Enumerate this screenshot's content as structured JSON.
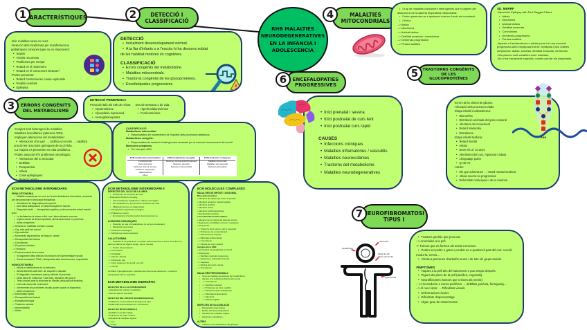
{
  "center": {
    "title": "RHB MALALTIES NEURODEGENERATIVES EN LA INFÀNCIA I ADOLESCÈNCIA"
  },
  "sections": {
    "s1": {
      "num": "1",
      "title": "CARACTERÍSTIQUES",
      "lines": [
        {
          "t": "-Són malalties rares en nens.",
          "b": false
        },
        {
          "t": "-Detecció dels localitzada per manifestacions pediàtriques comunes (que no es relacionen):",
          "b": false
        },
        {
          "t": "Sepsis",
          "b": true
        },
        {
          "t": "Vòmits recurrents",
          "b": true
        },
        {
          "t": "Problemes per menjar",
          "b": true
        },
        {
          "t": "Retard en el neixement",
          "b": true
        },
        {
          "t": "Retard en el creixement intrauterí",
          "b": true
        },
        {
          "t": "-Poden presentar:",
          "b": false
        },
        {
          "t": "Retard mental sense causa explicable",
          "b": true
        },
        {
          "t": "Paràlisi cerebral",
          "b": true
        },
        {
          "t": "Epilèpsia",
          "b": true
        },
        {
          "t": "Són causa de discapacitat, per una deficiència física i/o psíquica",
          "b": true
        }
      ]
    },
    "s2": {
      "num": "2",
      "title": "DETECCIÓ I CLASSIFICACIÓ",
      "detection_heading": "DETECCIÓ",
      "detection": [
        "Inicialment desenvolupament normal.",
        "A la llar d'infants o a l'escola hi ha descens sobtat de les habilitat motores i/o cognitives."
      ],
      "classification_heading": "CLASSIFICACIÓ",
      "classification": [
        "Errors congènits del metabolisme.",
        "Malalties mitocondrials.",
        "Trastorns congènits de les glucoproteïnes.",
        "Encefalopaties progressives"
      ]
    },
    "s3": {
      "num": "3",
      "title": "ERRORS CONGÈNITS DEL METABOLISME",
      "early_heading": "DETECCIÓ PRIMERENCA",
      "early_left_intro": "Prova del taló als 48h de néixer.",
      "early_left": [
        "Hipotiroïdisme",
        "Hiperplàsia suprarenal.",
        "Hemoglobinopaties"
      ],
      "early_right_intro": "Des de setmana 1 de vida.",
      "early_right": [
        "Hiperfenilalaninèmies",
        "Fenilcetonúries"
      ],
      "main": [
        {
          "t": "-Conjunt molt heterogeni de malalties.",
          "b": false
        },
        {
          "t": "-Malalties hereditàries (alteració ADN).",
          "b": false
        },
        {
          "t": "-Impliquen alteracions del metabolisme:",
          "b": false
        },
        {
          "t": "Alteracions d'un gen → codifica un enzim → catalitza una de les reaccions químiques de la cèl·lula.",
          "b": true
        },
        {
          "t": "-La majoria es presenten en edat pediàtrica.",
          "b": false
        },
        {
          "t": "-Poden associar-s'hi problemes neurològics:",
          "b": false
        },
        {
          "t": "Alteracions del to muscular",
          "b": true
        },
        {
          "t": "Debilitat",
          "b": true
        },
        {
          "t": "Paraparèsia",
          "b": true
        },
        {
          "t": "Atàxia",
          "b": true
        },
        {
          "t": "Crisis epilèptiques",
          "b": true
        },
        {
          "t": "Retard cognitiu",
          "b": true
        },
        {
          "t": "Alteracions de conducta",
          "b": true
        }
      ],
      "class_heading": "CLASSIFICACIÓ",
      "class_items": [
        {
          "t": "Metabolisme intermediari.",
          "h": true
        },
        {
          "t": "Responsables del manteniment de l'equilibri dels processos metabòlics.",
          "h": false
        },
        {
          "t": "Metabolisme energètic.",
          "h": true
        },
        {
          "t": "Responsables de mantenir l'estat glucosa necessari per al correcte funcionament del cervell.",
          "h": false
        },
        {
          "t": "Molècules complexes.",
          "h": true
        },
        {
          "t": "Per exemple: ADN.",
          "h": false
        }
      ],
      "table_headers": [
        "ECM metabolisme intermediari",
        "ECM metabolisme energètic",
        "ECM molècules complexes"
      ],
      "table_cols": [
        [
          "Fenilcetonúria",
          "Homocistinúria",
          "Defectes cicle de la urea",
          "Acidúries orgàniques",
          "Galactosèmia",
          "Altres"
        ],
        [
          "Defectes piruvat deshidrogenasa",
          "Defectes glucòlisi",
          "Defectes mitocondrials"
        ],
        [
          "Malalties lisosomals",
          "Malalties peroxisomals",
          "Defectes glicosilació"
        ]
      ]
    },
    "s4": {
      "num": "4",
      "title": "MALALTIES MITOCONDRIALS",
      "lines": [
        {
          "t": "Grup de malalties clínicament heterogènies que s'originen per disfuncions de la cadena respiratòria mitocondrial.",
          "b": true
        },
        {
          "t": "Poden presentar-se a qualsevol edat en funció de la mutació.",
          "b": true
        },
        {
          "t": "Clínica",
          "b": true
        },
        {
          "t": "--> Atàxia",
          "b": false
        },
        {
          "t": "--> Mioclònies",
          "b": false
        },
        {
          "t": "--> Acidosi làctica",
          "b": false
        },
        {
          "t": "--> Debilitat muscular i convulsions",
          "b": false
        },
        {
          "t": "--> Demència progressiva",
          "b": false
        },
        {
          "t": "--> Pèrdua auditiva",
          "b": false
        }
      ],
      "merrf_heading": "SD. MERRF",
      "merrf": [
        {
          "t": "-Myoclonic Epilepsy with Red Ragged Fibers",
          "b": false
        },
        {
          "t": "Atàxia",
          "b": true
        },
        {
          "t": "Mioclònies",
          "b": true
        },
        {
          "t": "Acidosi làctica",
          "b": true
        },
        {
          "t": "Debilitat muscular",
          "b": true
        },
        {
          "t": "Convulsions",
          "b": true
        },
        {
          "t": "Demència progressiva",
          "b": true
        },
        {
          "t": "Pèrdua auditiva",
          "b": true
        },
        {
          "t": "-Apareix a l'adolescència o adults joves i té una evolució progressiva amb empitjorament de l'epilèpsia i inici d'altres símptomes: atàxia, sordesa, debilitat muscular, demència.",
          "b": false
        },
        {
          "t": "-Símptomes molt variables entre individus.",
          "b": false
        },
        {
          "t": "-No hi ha tractament específic, només pal·liar els símptomes.",
          "b": false
        }
      ]
    },
    "s5": {
      "num": "5",
      "title": "TRASTORNS CONGÈNITS DE LES GLUCOPROTEÏNES",
      "lines": [
        {
          "t": "-Errors de la síntesi de glicans.",
          "b": false
        },
        {
          "t": "-Afectació dels processos vitals.",
          "b": false
        },
        {
          "t": "-Etapa infantil multisistèmica:",
          "b": false
        },
        {
          "t": "Dismorfies",
          "b": true
        },
        {
          "t": "Distribució anòmala del greix corporal",
          "b": true
        },
        {
          "t": "Afectació del creixement",
          "b": true
        },
        {
          "t": "Retard maduratiu",
          "b": true
        },
        {
          "t": "Estrabisme",
          "b": true
        },
        {
          "t": "-Etapa infantil tardana:",
          "b": false
        },
        {
          "t": "Retard mental",
          "b": true
        },
        {
          "t": "Atàxia",
          "b": true
        },
        {
          "t": "Entre els 3 i 10 anys",
          "b": true
        },
        {
          "t": "Alentiment del curs, hipotonia i atàxia",
          "b": true
        },
        {
          "t": "Llenguatge pobre",
          "b": true
        },
        {
          "t": "QI 40-70",
          "b": true
        },
        {
          "t": "-Adults:",
          "b": false
        },
        {
          "t": "Els que sobreviuen → retard mental moderat",
          "b": true
        },
        {
          "t": "Atàxia severa no progressiva",
          "b": true
        },
        {
          "t": "Deformitats toràciques i de la columna",
          "b": true
        }
      ],
      "glycan_label": "Asn"
    },
    "s6": {
      "num": "6",
      "title": "ENCEFALOPATIES PROGRESSIVES",
      "onset": [
        "Inici prenatal i severa",
        "Inici postnatal de curs lent",
        "Inici postnatal curs ràpid"
      ],
      "causes_heading": "CAUSES",
      "causes": [
        "Infeccions cròniques",
        "Malalties inflamatòries / vasculitis",
        "Malalties neurocutànies",
        "Trastorns del metabolisme",
        "Malalties neurodegeneratives"
      ]
    },
    "s7": {
      "num": "7",
      "title": "NEUROFIBROMATOSI TIPUS I",
      "lines": [
        {
          "t": "Trastorn genètic que provoca:",
          "b": true
        },
        {
          "t": "--> Anomalies a la pell",
          "b": false
        },
        {
          "t": "-> Tumors que es formen als teixits nerviosos",
          "b": false
        },
        {
          "t": "Poden ser petits o grans i produir-se a qualsevol part del cos: cervell, medul·la, nervis...",
          "b": true
        },
        {
          "t": "Afecta a persones d'ambdós sexes i de tots els grups racials.",
          "b": true
        }
      ],
      "symptoms_heading": "SÍMPTOMES",
      "symptoms": [
        {
          "t": "Taques a la pell des del naixement o poc temps després.",
          "b": true
        },
        {
          "t": "Pigues als plecs de la pell (aixelles, engonals).",
          "b": true
        },
        {
          "t": "Neurofibromes (tumors que creixen als nervis):",
          "b": true
        },
        {
          "t": "-- >A la medul·la o nervis perifèrics → debilitat, parèsia, formigueig...",
          "b": false
        },
        {
          "t": "--> Al nervi òptic → Dificultats visuals",
          "b": false
        },
        {
          "t": "Deformacions òssies",
          "b": true
        },
        {
          "t": "Dificultats d'aprenentatge",
          "b": true
        },
        {
          "t": "Algun grau de retard menta",
          "b": true
        }
      ],
      "figure_labels": [
        "Neurofibromes",
        "Glioma òptic",
        "Nòduls de Lisch",
        "Taques cafè amb llet",
        "Pigues axil·lars"
      ]
    },
    "ecm1": {
      "title": "ECM METABOLISME INTERMEDIARI I",
      "pku_heading": "FENILCETONÚRIA",
      "pku": [
        {
          "t": "Malaltia causada per un error en l'enzim fenilalanina hidroxilasa, necessari per descompondre l'aminoàcid fenilalanina.",
          "b": true
        },
        {
          "t": "Actualment es diagnostica precoçment.",
          "b": true
        },
        {
          "t": "Amb dieta adequada té un desenvolupament normal.",
          "b": true
        },
        {
          "t": "Diagnòstic tardà → discapacitat cognitiva, poden presentar retard mental greu.",
          "b": true
        },
        {
          "t": "La fenilalanina la trobem a llet, ous i altres aliments comuns.",
          "b": true
        },
        {
          "t": "Implica canvis de dieta importants, alimentació baixa en proteïnes.",
          "b": true
        },
        {
          "t": "Altres símptomes:",
          "b": true
        },
        {
          "t": "--> Retards en habilitats mentals i socials",
          "b": false
        },
        {
          "t": "--> Cap més petit del normal",
          "b": false
        },
        {
          "t": "--> Hiperactivitat",
          "b": false
        },
        {
          "t": "--> Moviments espasmòdics de braços i cames",
          "b": false
        },
        {
          "t": "--> Discapacitat intel·lectual",
          "b": false
        },
        {
          "t": "--> Convulsions",
          "b": false
        },
        {
          "t": "--> Erupcions cutànies",
          "b": false
        },
        {
          "t": "--> Tremolors",
          "b": false
        },
        {
          "t": "--> Postura inusual de les mans",
          "b": false
        },
        {
          "t": "Si segueixen dieta estricta: lleu trastorn de l'aprenentatge escolar.",
          "b": true
        },
        {
          "t": "Sense tractament: TDAH, discapacitat intel·lectual severa, impulsivitat.",
          "b": true
        }
      ],
      "hcu_heading": "HOMOCISTINÚRIA",
      "hcu": [
        {
          "t": "Afecta el metabolisme de la metionina.",
          "b": true
        },
        {
          "t": "Afecta diferents sistemes: ull, esquelet i vascular.",
          "b": true
        },
        {
          "t": "El diagnòstic i tractament precoç milloren el pronòstic.",
          "b": true
        },
        {
          "t": "Dieta baixa en metionina + àcid fòlic, vitamines del grup B.",
          "b": true
        },
        {
          "t": "Trets comuns amb la síndrome de Marfan (articulacions flexibles).",
          "b": true
        },
        {
          "t": "Inici amb retard del creixement.",
          "b": true
        },
        {
          "t": "Incrementen els problemes visuals (poden ajudar al diagnòstic).",
          "b": true
        },
        {
          "t": "Altres símptomes:",
          "b": true
        },
        {
          "t": "--> Deformitats òssies",
          "b": false
        },
        {
          "t": "--> Discapacitat intel·lectual",
          "b": false
        },
        {
          "t": "--> Estrabisme/miopia",
          "b": false
        },
        {
          "t": "--> Trastorns mentals",
          "b": false
        },
        {
          "t": "--> Aracnodactília",
          "b": false
        },
        {
          "t": "--> Altres",
          "b": false
        }
      ]
    },
    "ecm2": {
      "title": "ECM METABOLISME INTERMEDIARI II",
      "urea_heading": "DEFECTES DEL CICLE DE LA UREA",
      "urea": [
        {
          "t": "Problemes de formació de urea.",
          "b": true
        },
        {
          "t": "-- Disposició d'amoni a la sang.",
          "b": false
        },
        {
          "t": "Alta toxicitat per l'organisme i danys neurològics.",
          "b": true
        },
        {
          "t": "Es manifesten en les primeres setmanes de vida.",
          "b": true
        },
        {
          "t": "Mitjançant proves es diagnostica.",
          "b": true
        },
        {
          "t": "--> Discapacitat cognitiva/neurològica",
          "b": false
        },
        {
          "t": "--> Problemes motors",
          "b": false
        },
        {
          "t": "En situacions d'estrès poden descompensar-se.",
          "b": true
        }
      ],
      "org_heading": "ACIDÚRIES ORGÀNIQUES",
      "org": [
        {
          "t": "Pacients en què el metabolisme no es fa correctament.",
          "b": true
        },
        {
          "t": "Metabolits acumulats.",
          "b": true
        },
        {
          "t": "--> Trastorns neurològics",
          "b": false
        },
        {
          "t": "--> Símptomes neuromusculars",
          "b": false
        }
      ],
      "gal_heading": "GALACTOSÈMIA",
      "gal": [
        {
          "t": "Deficiència de galactosa: no poden descompondre el sucre de la llet i es deriva a danys als òrgans (fetge, ronyó, cervell).",
          "b": true
        },
        {
          "t": "Poden desenvolupar:",
          "b": true
        },
        {
          "t": "--> Convulsions",
          "b": false
        },
        {
          "t": "--> Irritabilitat",
          "b": false
        },
        {
          "t": "--> Vòmits i diarrea",
          "b": false
        },
        {
          "t": "--> Pèrdua de pes",
          "b": false
        },
        {
          "t": "--> Color groguenc de la pell i els ulls",
          "b": false
        },
        {
          "t": "--> Vòmits",
          "b": false
        }
      ],
      "other": "ALTRES: Hiperglicinèmia - Defectes del cicle de la metionina - Important discapacitat física i cognitiva.",
      "energy_title": "ECM METABOLISME ENERGÈTIC",
      "energy_sections": [
        {
          "heading": "DEFECTES DE LA GLUCONEOGÈNESI",
          "items": [
            "Hipoglucèmia i acidosi metabòlica.",
            "Risc de lesions cerebrals."
          ]
        },
        {
          "heading": "DEFECTES DEL PIRUVAT DESHIDROGENASA",
          "items": [
            "Problemes en la producció d'energia cel·lular.",
            "Retard del desenvolupament i convulsions."
          ]
        },
        {
          "heading": "DEFECTES MITOCONDRIALS",
          "items": [
            "Debilitat muscular i fatiga.",
            "Problemes de visió i audició.",
            "Afectació de múltiples òrgans.",
            "--> Cor",
            "--> Fetge",
            "--> Ronyons"
          ]
        }
      ]
    },
    "ecm3": {
      "title": "ECM MOLÈCULES COMPLEXES",
      "lys_heading": "MALALTIES DE DIPÒSIT LISOSOMAL",
      "groups": [
        {
          "heading": "Mucopolisacaridosi:",
          "items": [
            "Afectació de l'aparença física i l'esquelet.",
            "Afectació orgànica: hepatomegàlia.",
            "Afectació auditiva.",
            "Afectació visual.",
            "Afectació cardiorespiratòria.",
            "Discapacitat cognitiva."
          ]
        },
        {
          "heading": "Leucodistròfia metacromàtica:",
          "items": [
            "Alteració de la mielina del sistema nerviós.",
            "Regressió en habilitats motores i cognitives.",
            "Símptomes:",
            "--> Trastorns de la marxa i del to muscular",
            "--> Problemes de comportament",
            "--> Deteriorament cognitiu",
            "--> Dificultats d'alimentació",
            "--> Convulsions",
            "--> Pèrdua de visió i audició"
          ]
        },
        {
          "heading": "Gangliosidosi GM2:",
          "items": [
            "Acumulació de gangliòsids al cervell.",
            "Símptomes:",
            "--> Debilitat muscular progressiva",
            "--> Espasmes i sobresalts al soroll",
            "--> Ceguesa",
            "--> Pèrdua de funció motora",
            "--> Convulsions"
          ]
        }
      ],
      "perox_heading": "MALALTIES PEROXISOMALS",
      "perox": [
        "Grup de malalties genètiques del metabolisme.",
        "Afecten a la substància blanca del cervell.",
        "--> Convulsions",
        "--> Debilitat muscular",
        "--> Problemes de visió i audició",
        "--> Retard del desenvolupament",
        "--> Dificultats d'alimentació",
        "--> Hipotonia",
        "--> Hepatomegàlia"
      ],
      "glyco_heading": "DEFECTES DE GLICOSILACIÓ",
      "glyco": [
        "Discapacitat intel·lectual.",
        "Retard del desenvolupament.",
        "Afectació de múltiples òrgans.",
        "Hipotonia i estrabisme."
      ],
      "other_heading": "ALTRES",
      "other": [
        "Trastorns del metabolisme del glicogen:",
        "Malaltia de Von Gierke",
        "Malaltia de Pompe",
        "Malaltia de McArdle"
      ]
    }
  },
  "colors": {
    "pill": "#7ed957",
    "box": "#c1ff72",
    "border": "#1d3c6e",
    "center": "#00bf63"
  }
}
